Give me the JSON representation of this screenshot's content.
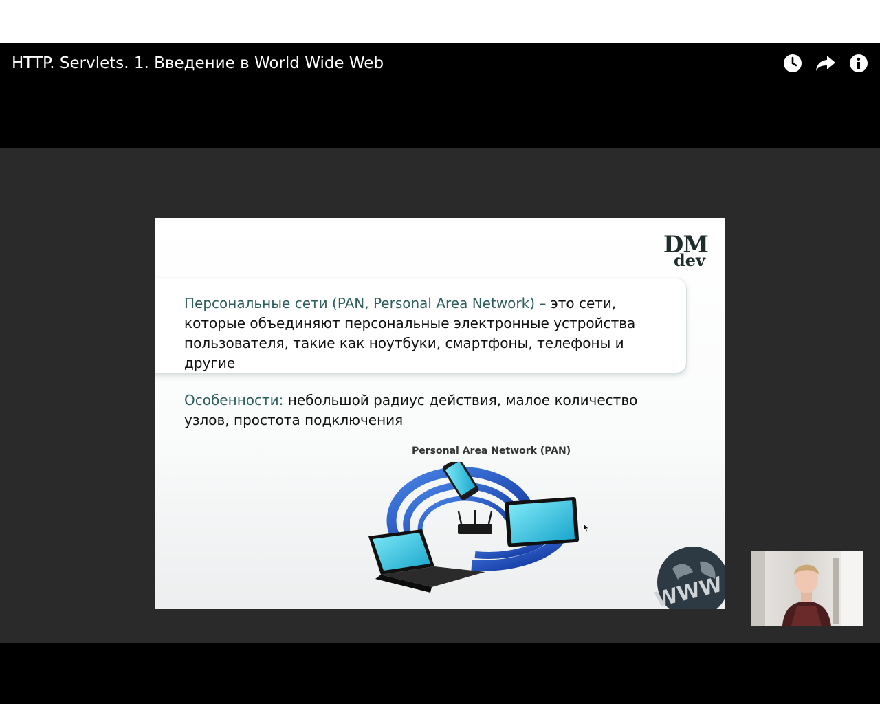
{
  "video": {
    "title": "HTTP. Servlets. 1. Введение в World Wide Web",
    "actions": [
      {
        "name": "watch-later-icon",
        "label": "Смотреть позже"
      },
      {
        "name": "share-icon",
        "label": "Поделиться"
      },
      {
        "name": "info-icon",
        "label": "Информация"
      }
    ]
  },
  "slide": {
    "logo_top": "DM",
    "logo_bottom": "dev",
    "definition_term": "Персональные сети (PAN, Personal Area Network) –",
    "definition_rest": " это сети, которые объединяют персональные электронные устройства пользователя, такие как ноутбуки, смартфоны, телефоны и другие",
    "features_term": "Особенности:",
    "features_rest": " небольшой радиус действия, малое количество узлов, простота подключения",
    "diagram_caption": "Personal Area Network (PAN)",
    "globe_text": "WWW"
  },
  "colors": {
    "player_bg": "#000000",
    "stage_bg": "#2a2a2a",
    "accent_teal": "#2e5e5e",
    "device_blue": "#1e4fb8",
    "screen_cyan": "#4fd0ea"
  }
}
